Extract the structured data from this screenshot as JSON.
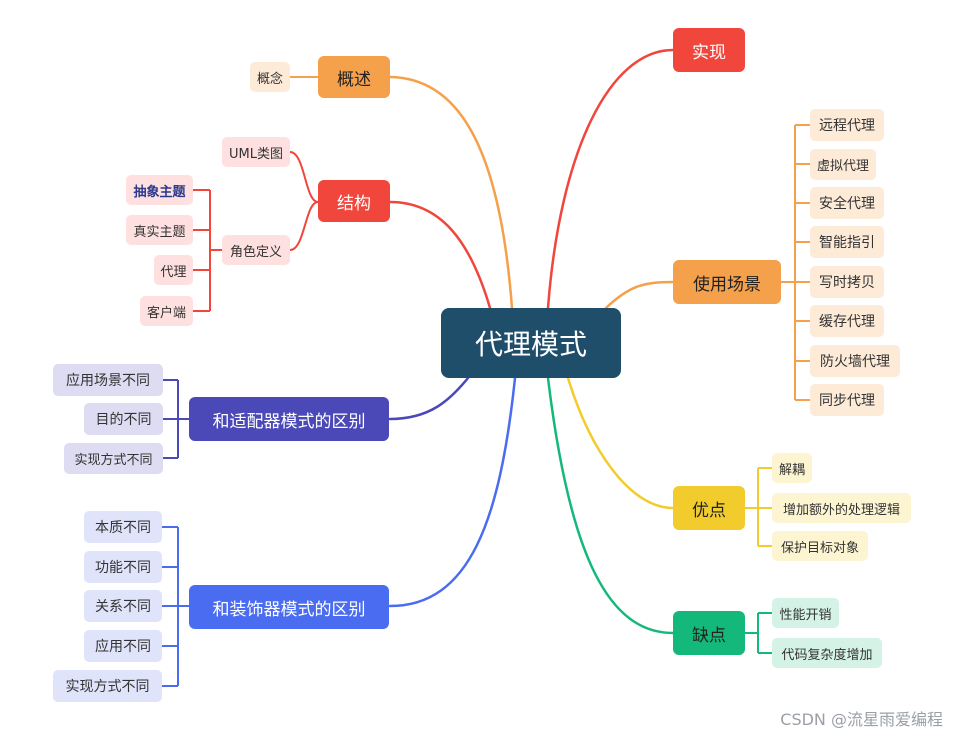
{
  "root": {
    "label": "代理模式"
  },
  "branches": {
    "overview": {
      "label": "概述",
      "color": "#f5a04a",
      "children": [
        {
          "label": "概念"
        }
      ]
    },
    "structure": {
      "label": "结构",
      "color": "#f0463c",
      "uml": {
        "label": "UML类图"
      },
      "roles": {
        "label": "角色定义",
        "children": [
          {
            "label": "抽象主题"
          },
          {
            "label": "真实主题"
          },
          {
            "label": "代理"
          },
          {
            "label": "客户端"
          }
        ]
      }
    },
    "adapter_diff": {
      "label": "和适配器模式的区别",
      "color": "#4b49b8",
      "children": [
        {
          "label": "应用场景不同"
        },
        {
          "label": "目的不同"
        },
        {
          "label": "实现方式不同"
        }
      ]
    },
    "decorator_diff": {
      "label": "和装饰器模式的区别",
      "color": "#4a6cf0",
      "children": [
        {
          "label": "本质不同"
        },
        {
          "label": "功能不同"
        },
        {
          "label": "关系不同"
        },
        {
          "label": "应用不同"
        },
        {
          "label": "实现方式不同"
        }
      ]
    },
    "implementation": {
      "label": "实现",
      "color": "#f0463c"
    },
    "usage": {
      "label": "使用场景",
      "color": "#f5a04a",
      "children": [
        {
          "label": "远程代理"
        },
        {
          "label": "虚拟代理"
        },
        {
          "label": "安全代理"
        },
        {
          "label": "智能指引"
        },
        {
          "label": "写时拷贝"
        },
        {
          "label": "缓存代理"
        },
        {
          "label": "防火墙代理"
        },
        {
          "label": "同步代理"
        }
      ]
    },
    "pros": {
      "label": "优点",
      "color": "#f2cc2c",
      "children": [
        {
          "label": "解耦"
        },
        {
          "label": "增加额外的处理逻辑"
        },
        {
          "label": "保护目标对象"
        }
      ]
    },
    "cons": {
      "label": "缺点",
      "color": "#14b87a",
      "children": [
        {
          "label": "性能开销"
        },
        {
          "label": "代码复杂度增加"
        }
      ]
    }
  },
  "watermark": "CSDN @流星雨爱编程"
}
